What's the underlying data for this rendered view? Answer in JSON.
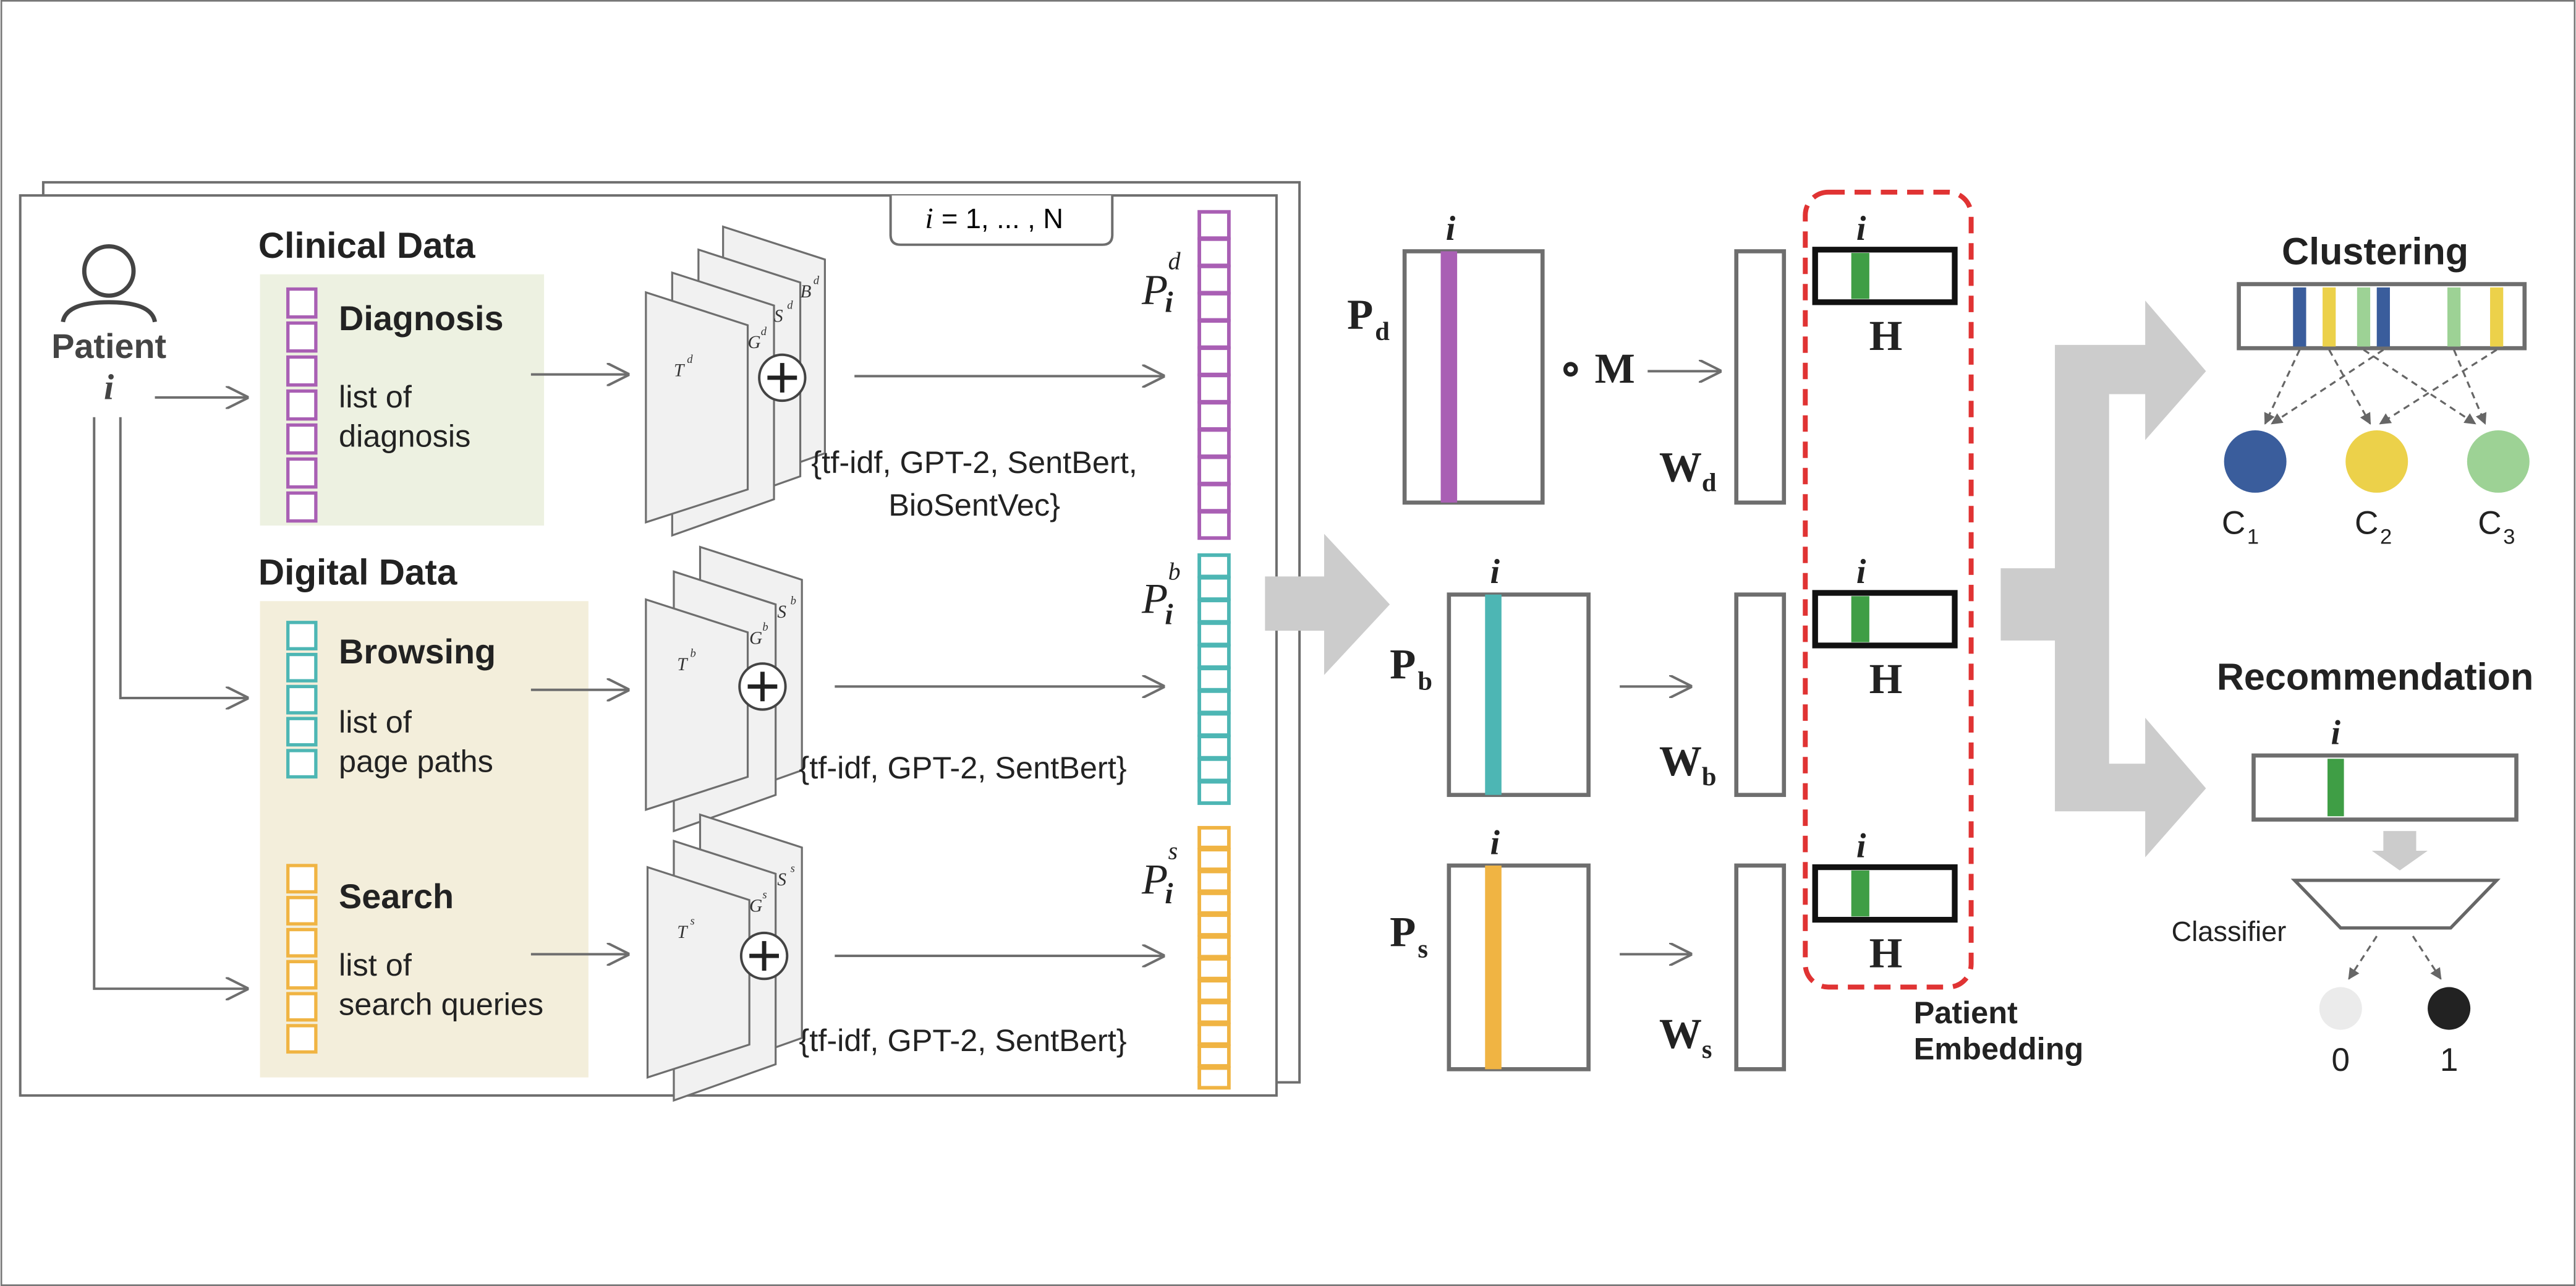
{
  "colors": {
    "purple": "#a95fb4",
    "teal": "#4db6b4",
    "orange": "#f0b443",
    "green": "#3f9e45",
    "cluster_blue": "#3a5d9c",
    "cluster_yellow": "#ecd14a",
    "cluster_green": "#9dd295",
    "clinical_bg": "#edf1e1",
    "digital_bg": "#f3eedb",
    "arrow_gray": "#cccccc",
    "dashed_red": "#e03333",
    "stroke": "#6e6e6e"
  },
  "patient": {
    "label": "Patient",
    "index": "i"
  },
  "panel": {
    "index_range": "= 1, ... , N",
    "index_symbol": "i"
  },
  "clinical": {
    "heading": "Clinical Data",
    "box_title": "Diagnosis",
    "box_line1": "list of",
    "box_line2": "diagnosis",
    "stack_labels": [
      "T",
      "G",
      "S",
      "B"
    ],
    "superscript": "d",
    "methods_line1": "{tf-idf, GPT-2, SentBert,",
    "methods_line2": "BioSentVec}",
    "p_label": "P",
    "p_sub": "i",
    "p_sup": "d"
  },
  "digital": {
    "heading": "Digital Data",
    "browsing": {
      "box_title": "Browsing",
      "box_line1": "list of",
      "box_line2": "page paths",
      "stack_labels": [
        "T",
        "G",
        "S"
      ],
      "superscript": "b",
      "methods": "{tf-idf, GPT-2, SentBert}",
      "p_label": "P",
      "p_sub": "i",
      "p_sup": "b"
    },
    "search": {
      "box_title": "Search",
      "box_line1": "list of",
      "box_line2": "search queries",
      "stack_labels": [
        "T",
        "G",
        "S"
      ],
      "superscript": "s",
      "methods": "{tf-idf, GPT-2, SentBert}",
      "p_label": "P",
      "p_sub": "i",
      "p_sup": "s"
    }
  },
  "matrices": {
    "index": "i",
    "pd": {
      "label": "P",
      "sub": "d"
    },
    "pb": {
      "label": "P",
      "sub": "b"
    },
    "ps": {
      "label": "P",
      "sub": "s"
    },
    "mask_op": "∘ M"
  },
  "weights": {
    "wd": {
      "label": "W",
      "sub": "d"
    },
    "wb": {
      "label": "W",
      "sub": "b"
    },
    "ws": {
      "label": "W",
      "sub": "s"
    }
  },
  "embedding": {
    "h_label": "H",
    "index": "i",
    "caption_line1": "Patient",
    "caption_line2": "Embedding"
  },
  "clustering": {
    "title": "Clustering",
    "clusters": [
      {
        "label": "C",
        "sub": "1"
      },
      {
        "label": "C",
        "sub": "2"
      },
      {
        "label": "C",
        "sub": "3"
      }
    ]
  },
  "recommendation": {
    "title": "Recommendation",
    "index": "i",
    "classifier_label": "Classifier",
    "outputs": [
      "0",
      "1"
    ]
  }
}
